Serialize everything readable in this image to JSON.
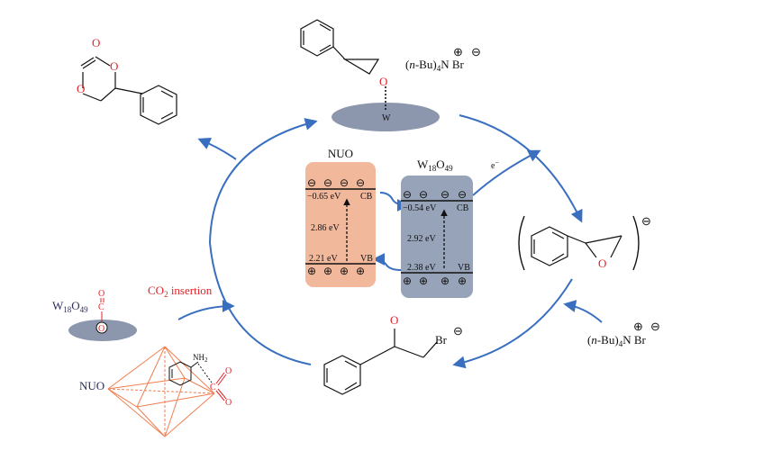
{
  "colors": {
    "arrow_blue": "#3a6fc0",
    "nuo_box": "#f2b89c",
    "w_box": "#97a3b9",
    "surface": "#8c97ad",
    "octahedron": "#f07f50",
    "red_text": "#e0242a"
  },
  "band_diagram": {
    "nuo_title": "NUO",
    "nuo_cb": "−0.65 eV",
    "nuo_cb_tag": "CB",
    "nuo_gap": "2.86 eV",
    "nuo_vb": "2.21 eV",
    "nuo_vb_tag": "VB",
    "w_title": "W",
    "w_title_sub1": "18",
    "w_title_mid": "O",
    "w_title_sub2": "49",
    "w_cb": "−0.54 eV",
    "w_cb_tag": "CB",
    "w_gap": "2.92 eV",
    "w_vb": "2.38 eV",
    "w_vb_tag": "VB",
    "electron_label": "e",
    "electron_sup": "−"
  },
  "top_adsorption": {
    "surface_label": "W",
    "oxygen": "O",
    "catalyst_prefix": "(",
    "catalyst_n": "n",
    "catalyst_bu": "-Bu)",
    "catalyst_sub": "4",
    "catalyst_rest": "N",
    "catalyst_br": " Br",
    "plus": "⊕",
    "minus": "⊖"
  },
  "carbonate": {
    "carbonyl_o": "O",
    "ring_o1": "O",
    "ring_o2": "O"
  },
  "epoxide_anion": {
    "oxygen": "O",
    "charge": "⊖"
  },
  "right_catalyst": {
    "prefix": "(",
    "n": "n",
    "bu": "-Bu)",
    "sub": "4",
    "rest": "N",
    "br": " Br",
    "plus": "⊕",
    "minus": "⊖"
  },
  "bromo_alkoxide": {
    "oxygen": "O",
    "br": "Br",
    "charge": "⊖"
  },
  "co2_adsorption": {
    "w_label": "W",
    "w_sub1": "18",
    "w_mid": "O",
    "w_sub2": "49",
    "o_top": "O",
    "c_mid": "C",
    "o_bottom": "O",
    "insertion_co": "CO",
    "insertion_sub": "2",
    "insertion_rest": " insertion"
  },
  "nuo_co2": {
    "nuo_label": "NUO",
    "nh2": "NH",
    "nh2_sub": "2",
    "c": "C",
    "o1": "O",
    "o2": "O"
  }
}
